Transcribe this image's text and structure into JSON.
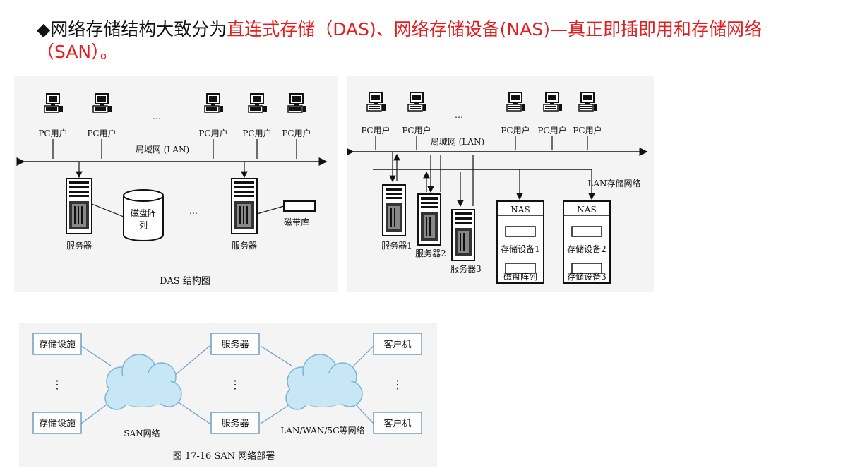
{
  "headline": {
    "bullet": "◆",
    "lead": "网络存储结构大致分为",
    "highlight": "直连式存储（DAS)、网络存储设备(NAS)—真正即插即用和存储网络（SAN）。"
  },
  "das": {
    "pc_label": "PC用户",
    "ellipsis": "…",
    "lan_label": "局域网 (LAN)",
    "server_label": "服务器",
    "disk_array_line1": "磁盘阵",
    "disk_array_line2": "列",
    "tape_label": "磁带库",
    "caption": "DAS 结构图"
  },
  "nas": {
    "pc_label": "PC用户",
    "ellipsis": "…",
    "lan_label": "局域网 (LAN)",
    "lan_storage_label": "LAN存储网络",
    "server1": "服务器1",
    "server2": "服务器2",
    "server3": "服务器3",
    "nas_title": "NAS",
    "storage1": "存储设备1",
    "disk_array": "磁盘阵列",
    "storage2": "存储设备2",
    "storage3": "存储设备3"
  },
  "san": {
    "storage_facility": "存储设施",
    "server": "服务器",
    "client": "客户机",
    "vdots": "⋮",
    "san_network": "SAN网络",
    "wan_network": "LAN/WAN/5G等网络",
    "caption": "图 17-16   SAN 网络部署"
  }
}
